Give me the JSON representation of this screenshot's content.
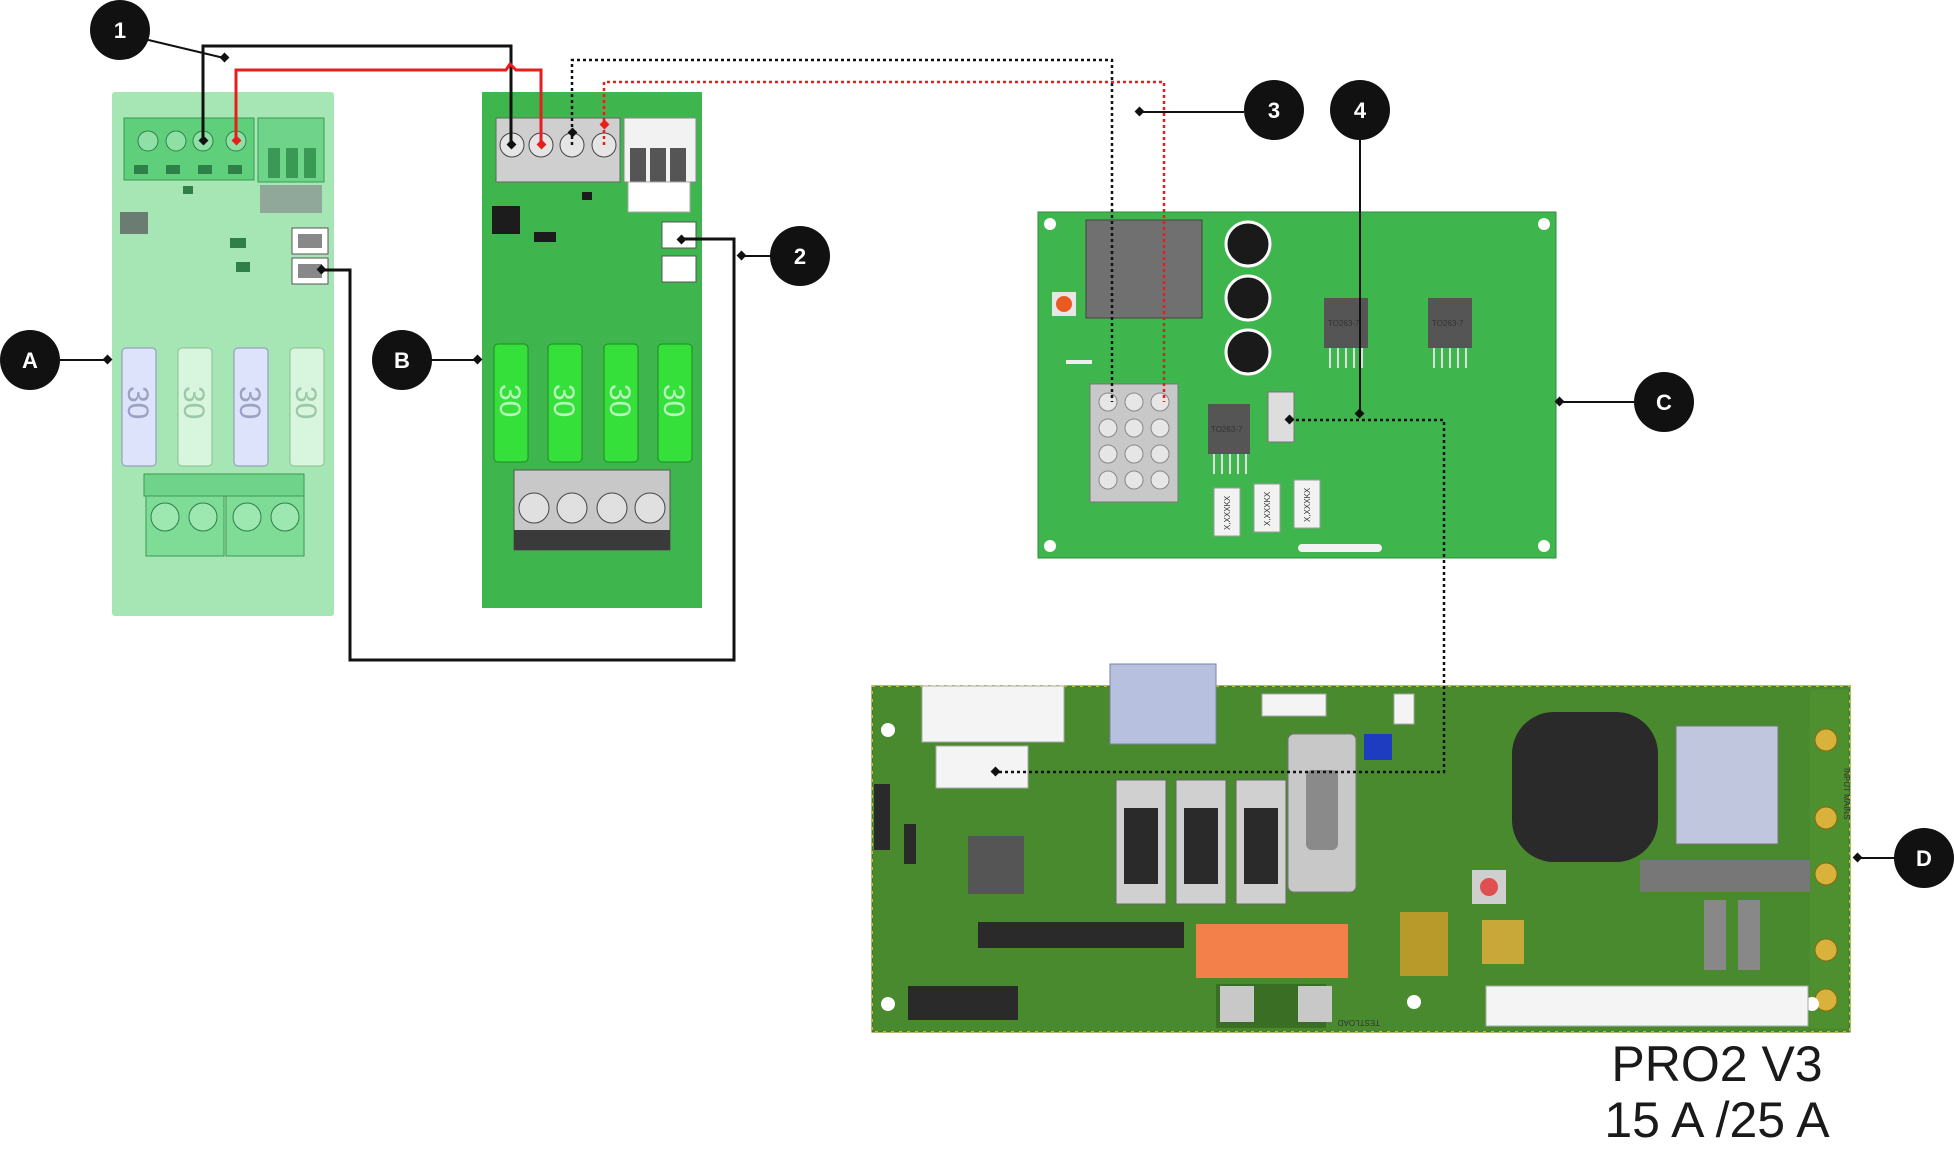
{
  "callouts": {
    "c1": "1",
    "c2": "2",
    "c3": "3",
    "c4": "4",
    "A": "A",
    "B": "B",
    "C": "C",
    "D": "D"
  },
  "fuses": {
    "a1": "30",
    "a2": "30",
    "a3": "30",
    "a4": "30",
    "b1": "30",
    "b2": "30",
    "b3": "30",
    "b4": "30"
  },
  "chips": {
    "c_ic1": "TO263-7",
    "c_ic2": "TO263-7",
    "c_ic3": "TO263-7",
    "c_res1": "X,XXXKX",
    "c_res2": "X,XXXKX",
    "c_res3": "X,XXXKX"
  },
  "board_d_labels": {
    "input_mains": "INPUT MAINS",
    "testload": "TESTLOAD"
  },
  "caption": {
    "line1": "PRO2 V3",
    "line2": "15 A /25 A"
  },
  "colors": {
    "black_wire": "#111111",
    "red_wire": "#e81d1d",
    "pcb_light": "#a6e6b4",
    "pcb_green": "#3fb54e",
    "pcb_dark": "#4a8a2e",
    "fuse_green": "#35e03a"
  }
}
